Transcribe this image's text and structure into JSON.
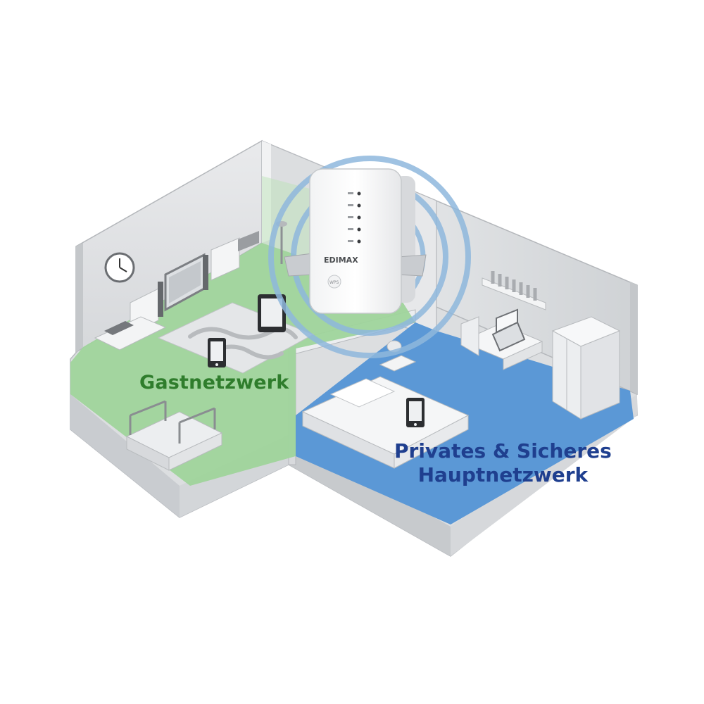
{
  "zones": {
    "guest": {
      "label": "Gastnetzwerk",
      "color": "#2f7d2c",
      "floor_color": "#9fd49b"
    },
    "private": {
      "label_line1": "Privates & Sicheres",
      "label_line2": "Hauptnetzwerk",
      "color": "#1f3f8f",
      "floor_color": "#5b98d6"
    }
  },
  "device": {
    "brand": "EDIMAX",
    "button_label": "WPS"
  },
  "signal": {
    "ring_color": "#8fb8dd"
  },
  "icons": [
    "wall-clock-icon",
    "tv-icon",
    "speaker-icon",
    "tablet-icon",
    "smartphone-icon",
    "laptop-icon",
    "lamp-icon",
    "bed-icon",
    "wardrobe-icon",
    "desk-icon",
    "shelf-icon",
    "stairs-icon",
    "range-extender-icon",
    "wifi-signal-icon"
  ]
}
